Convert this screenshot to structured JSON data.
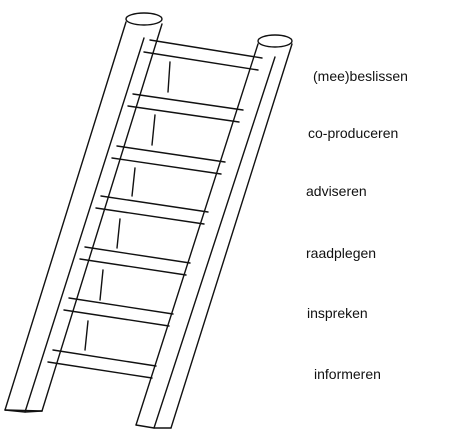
{
  "ladder": {
    "levels": [
      {
        "label": "(mee)beslissen"
      },
      {
        "label": "co-produceren"
      },
      {
        "label": "adviseren"
      },
      {
        "label": "raadplegen"
      },
      {
        "label": "inspreken"
      },
      {
        "label": "informeren"
      }
    ]
  },
  "colors": {
    "ink": "#111111",
    "background": "#ffffff"
  }
}
